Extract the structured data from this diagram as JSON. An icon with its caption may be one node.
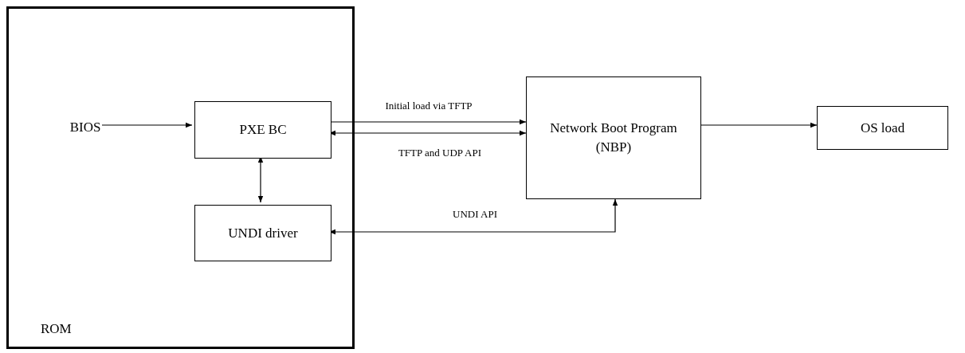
{
  "diagram": {
    "nodes": [
      {
        "text": [
          "ROM"
        ]
      },
      {
        "text": [
          "BIOS"
        ],
        "in": 0
      },
      {
        "text": [
          "PXE BC"
        ],
        "in": 0
      },
      {
        "text": [
          "UNDI driver"
        ],
        "in": 0
      },
      {
        "text": [
          "Network Boot Program (NBP)"
        ]
      },
      {
        "text": [
          "OS load"
        ]
      }
    ],
    "edges": [
      {
        "from": 1,
        "to": 2,
        "arrow": "to"
      },
      {
        "from": 2,
        "to": 4,
        "arrow": "to",
        "label": "Initial load via TFTP"
      },
      {
        "from": 2,
        "to": 4,
        "arrow": "both",
        "label": "TFTP and UDP API"
      },
      {
        "from": 2,
        "to": 3,
        "arrow": "both"
      },
      {
        "from": 3,
        "to": 4,
        "arrow": "both",
        "label": "UNDI API"
      },
      {
        "from": 4,
        "to": 5,
        "arrow": "to"
      }
    ]
  }
}
